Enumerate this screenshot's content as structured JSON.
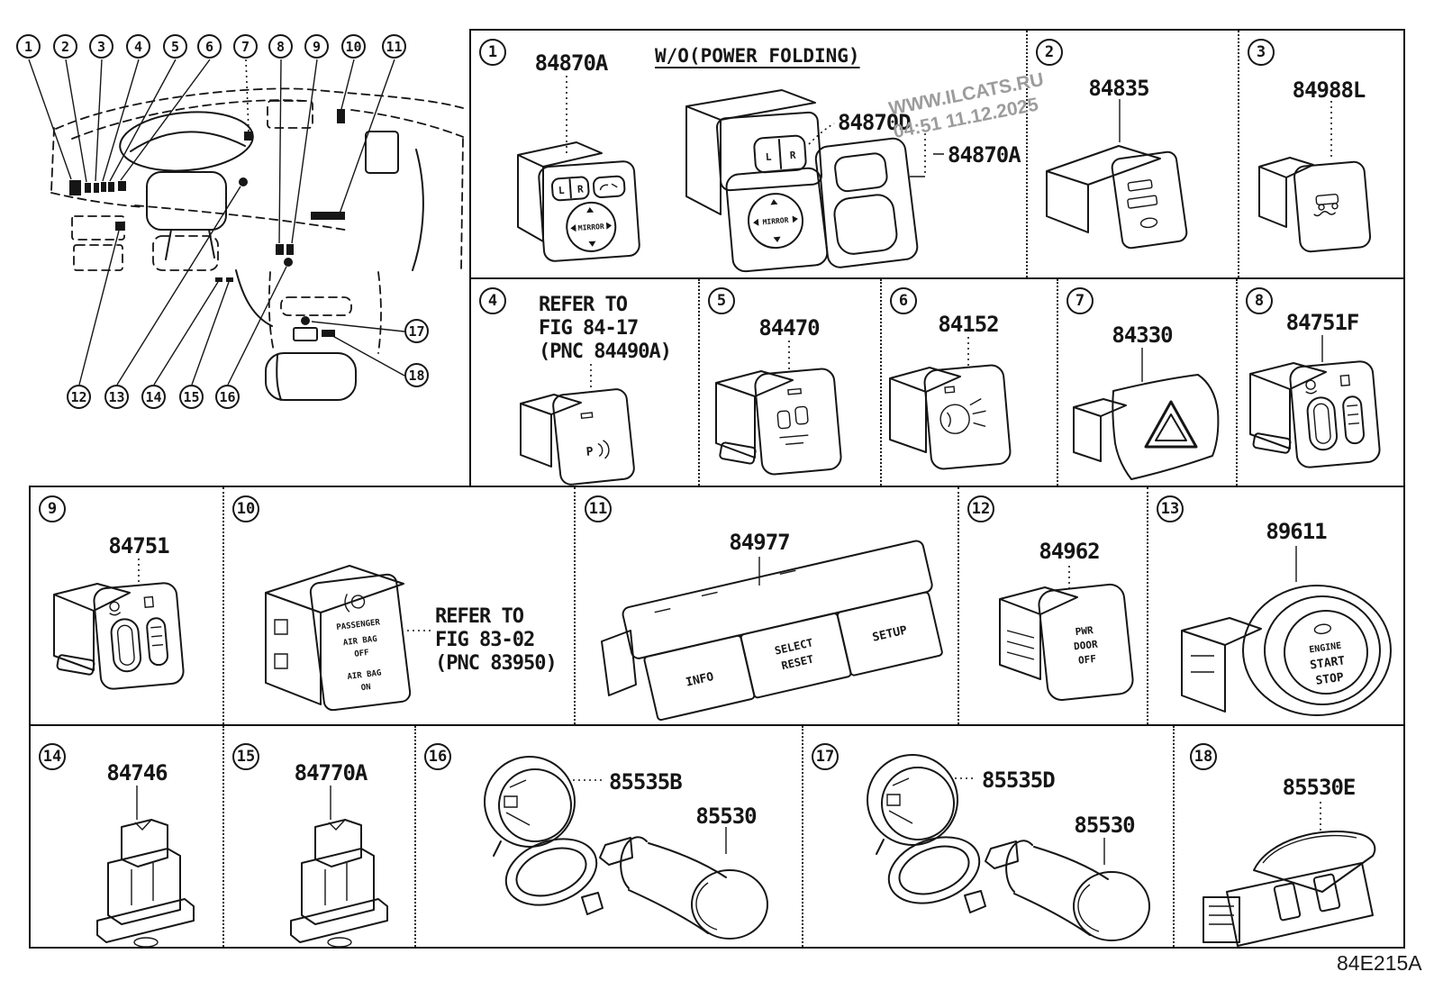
{
  "doc_code": "84E215A",
  "watermark": {
    "site": "WWW.ILCATS.RU",
    "timestamp": "04:51 11.12.2025"
  },
  "callouts": [
    "1",
    "2",
    "3",
    "4",
    "5",
    "6",
    "7",
    "8",
    "9",
    "10",
    "11",
    "12",
    "13",
    "14",
    "15",
    "16",
    "17",
    "18"
  ],
  "cells": {
    "c1": {
      "num": "1",
      "header": "W/O(POWER FOLDING)",
      "part_switch": "84870A",
      "part_knob": "84870D",
      "part_bezel": "84870A",
      "face": {
        "l": "L",
        "r": "R",
        "mirror": "MIRROR"
      }
    },
    "c2": {
      "num": "2",
      "part": "84835"
    },
    "c3": {
      "num": "3",
      "part": "84988L"
    },
    "c4": {
      "num": "4",
      "note": [
        "REFER TO",
        "FIG 84-17",
        "(PNC 84490A)"
      ],
      "face_p": "P"
    },
    "c5": {
      "num": "5",
      "part": "84470"
    },
    "c6": {
      "num": "6",
      "part": "84152"
    },
    "c7": {
      "num": "7",
      "part": "84330"
    },
    "c8": {
      "num": "8",
      "part": "84751F"
    },
    "c9": {
      "num": "9",
      "part": "84751"
    },
    "c10": {
      "num": "10",
      "note": [
        "REFER TO",
        "FIG 83-02",
        "(PNC 83950)"
      ],
      "face": [
        "PASSENGER",
        "AIR BAG",
        "OFF",
        "AIR BAG",
        "ON"
      ]
    },
    "c11": {
      "num": "11",
      "part": "84977",
      "buttons": {
        "info": "INFO",
        "select": "SELECT",
        "reset": "RESET",
        "setup": "SETUP"
      }
    },
    "c12": {
      "num": "12",
      "part": "84962",
      "face": [
        "PWR",
        "DOOR",
        "OFF"
      ]
    },
    "c13": {
      "num": "13",
      "part": "89611",
      "face": [
        "ENGINE",
        "START",
        "STOP"
      ]
    },
    "c14": {
      "num": "14",
      "part": "84746"
    },
    "c15": {
      "num": "15",
      "part": "84770A"
    },
    "c16": {
      "num": "16",
      "part_cover": "85535B",
      "part_socket": "85530"
    },
    "c17": {
      "num": "17",
      "part_cover": "85535D",
      "part_socket": "85530"
    },
    "c18": {
      "num": "18",
      "part": "85530E"
    }
  }
}
